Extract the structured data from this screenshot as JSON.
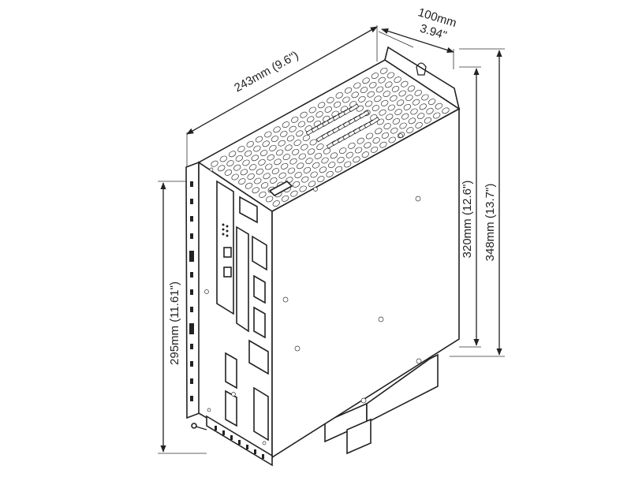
{
  "dimensions": {
    "length": "243mm (9.6\")",
    "depth_mm": "100mm",
    "depth_in": "3.94\"",
    "height_body": "320mm (12.6\")",
    "height_total": "348mm (13.7\")",
    "height_front": "295mm (11.61\")"
  },
  "colors": {
    "line": "#222222",
    "background": "#ffffff"
  }
}
